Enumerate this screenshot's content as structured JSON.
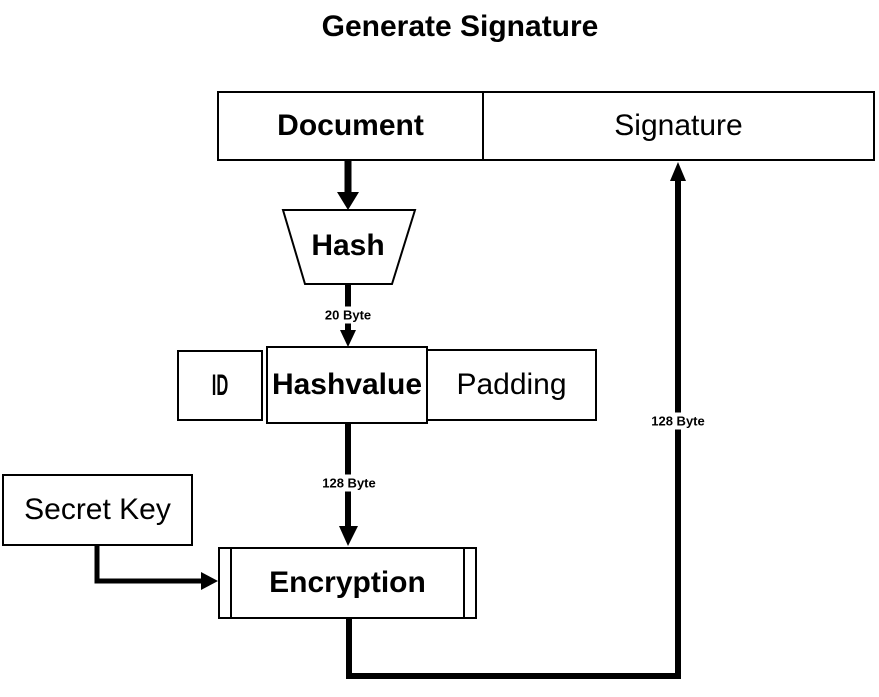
{
  "title": "Generate Signature",
  "nodes": {
    "document": "Document",
    "signature": "Signature",
    "hash": "Hash",
    "id": "ID",
    "hashvalue": "Hashvalue",
    "padding": "Padding",
    "secret_key": "Secret Key",
    "encryption": "Encryption"
  },
  "flow_labels": {
    "hash_output": "20 Byte",
    "encryption_input": "128 Byte",
    "signature_input": "128 Byte"
  },
  "colors": {
    "line": "#000000",
    "background": "#ffffff"
  }
}
